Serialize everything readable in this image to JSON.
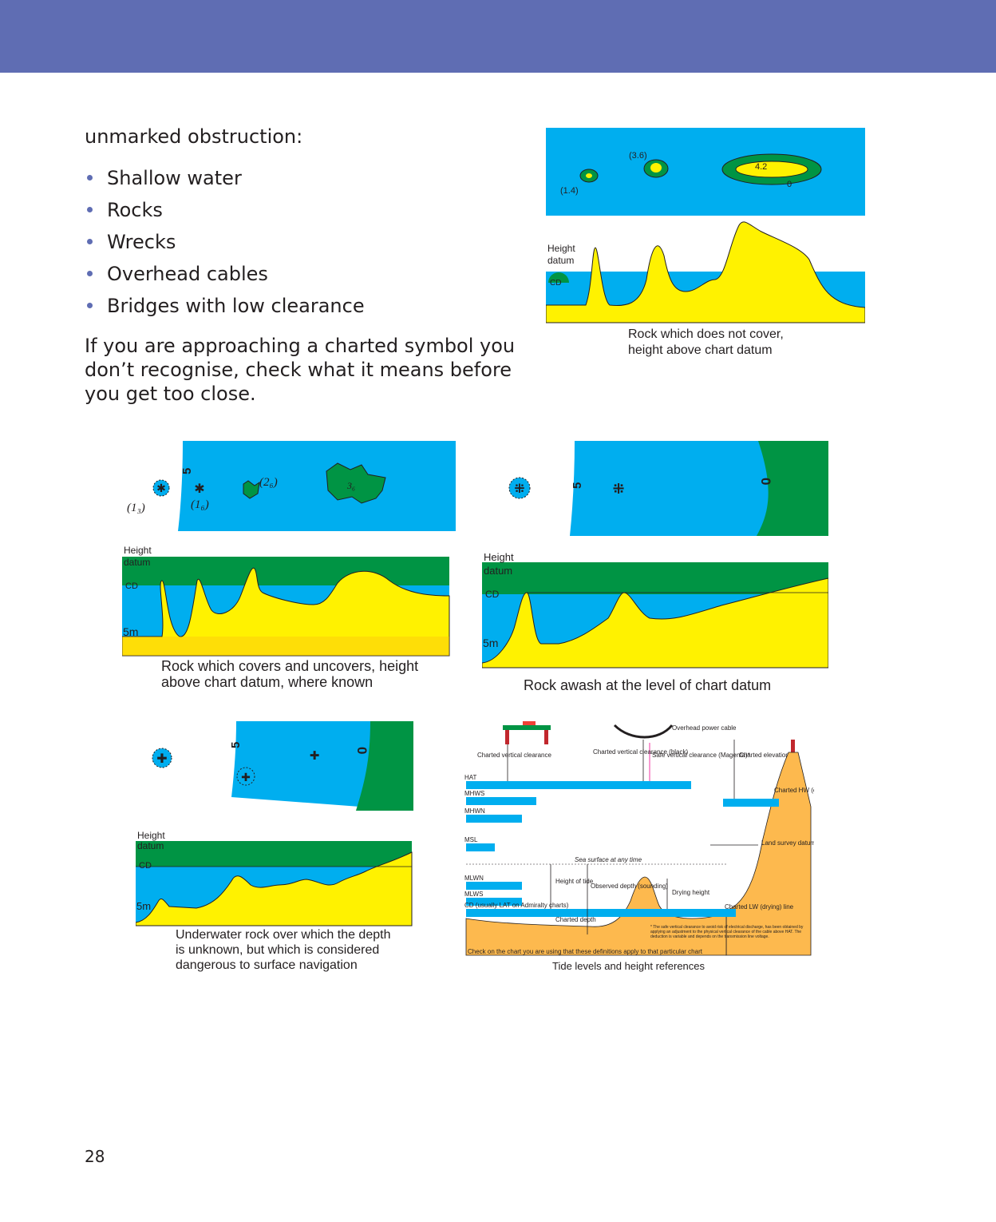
{
  "page": {
    "intro_text": "unmarked obstruction:",
    "bullets": [
      "Shallow water",
      "Rocks",
      "Wrecks",
      "Overhead cables",
      "Bridges with low clearance"
    ],
    "paragraph": "If you are approaching a charted symbol you don’t recognise, check what it means before you get too close.",
    "page_number": "28"
  },
  "colors": {
    "banner": "#5f6db3",
    "sea": "#00aeef",
    "land": "#009444",
    "rock": "#fff200",
    "coast": "#fdb94e"
  },
  "figures": {
    "rock_not_cover": {
      "labels": [
        "(3.6)",
        "4.2",
        "(1.4)",
        "0"
      ],
      "height_label": "Height",
      "datum_label": "datum",
      "cd_label": "CD",
      "caption_line1": "Rock which does not cover,",
      "caption_line2": "height above chart datum"
    },
    "rock_covers": {
      "labels": [
        "5",
        "(1₃)",
        "(1₆)",
        "(2₆)",
        "3₆"
      ],
      "height_label": "Height",
      "datum_label": "datum",
      "cd_label": "CD",
      "depth_label": "5m",
      "caption_line1": "Rock which covers and uncovers, height",
      "caption_line2": "above chart datum, where known"
    },
    "rock_awash": {
      "labels": [
        "5",
        "0"
      ],
      "height_label": "Height",
      "datum_label": "datum",
      "cd_label": "CD",
      "depth_label": "5m",
      "caption": "Rock awash at the level of chart datum"
    },
    "underwater_rock": {
      "labels": [
        "5",
        "0"
      ],
      "height_label": "Height",
      "datum_label": "datum",
      "cd_label": "CD",
      "depth_label": "5m",
      "caption_line1": "Underwater rock over which the depth",
      "caption_line2": "is unknown, but which is considered",
      "caption_line3": "dangerous to surface navigation"
    },
    "tide_levels": {
      "overhead_cable": "Overhead power cable",
      "charted_vertical_clearance": "Charted vertical clearance",
      "charted_vertical_clearance_black": "Charted vertical clearance (black)",
      "safe_vertical_clearance": "Safe vertical clearance (Magenta)*",
      "charted_elevation": "Charted elevation",
      "hat": "HAT",
      "mhws": "MHWS",
      "mhwn": "MHWN",
      "msl": "MSL",
      "mlwn": "MLWN",
      "mlws": "MLWS",
      "cd": "CD (usually LAT on Admiralty charts)",
      "charted_hw": "Charted HW (coast) line",
      "land_survey_datum": "Land survey datum",
      "sea_surface": "Sea surface at any time",
      "height_of_tide": "Height of tide",
      "observed_depth": "Observed depth (sounding)",
      "drying_height": "Drying height",
      "charted_lw": "Charted LW (drying) line",
      "charted_depth": "Charted depth",
      "footnote": "* The safe vertical clearance to avoid risk of electrical discharge, has been obtained by applying an adjustment to the physical vertical clearance of the cable above HAT. The deduction is variable and depends on the transmission line voltage.",
      "check_note": "Check on the chart you are using that these definitions apply to that particular chart",
      "caption": "Tide levels and height references"
    }
  }
}
